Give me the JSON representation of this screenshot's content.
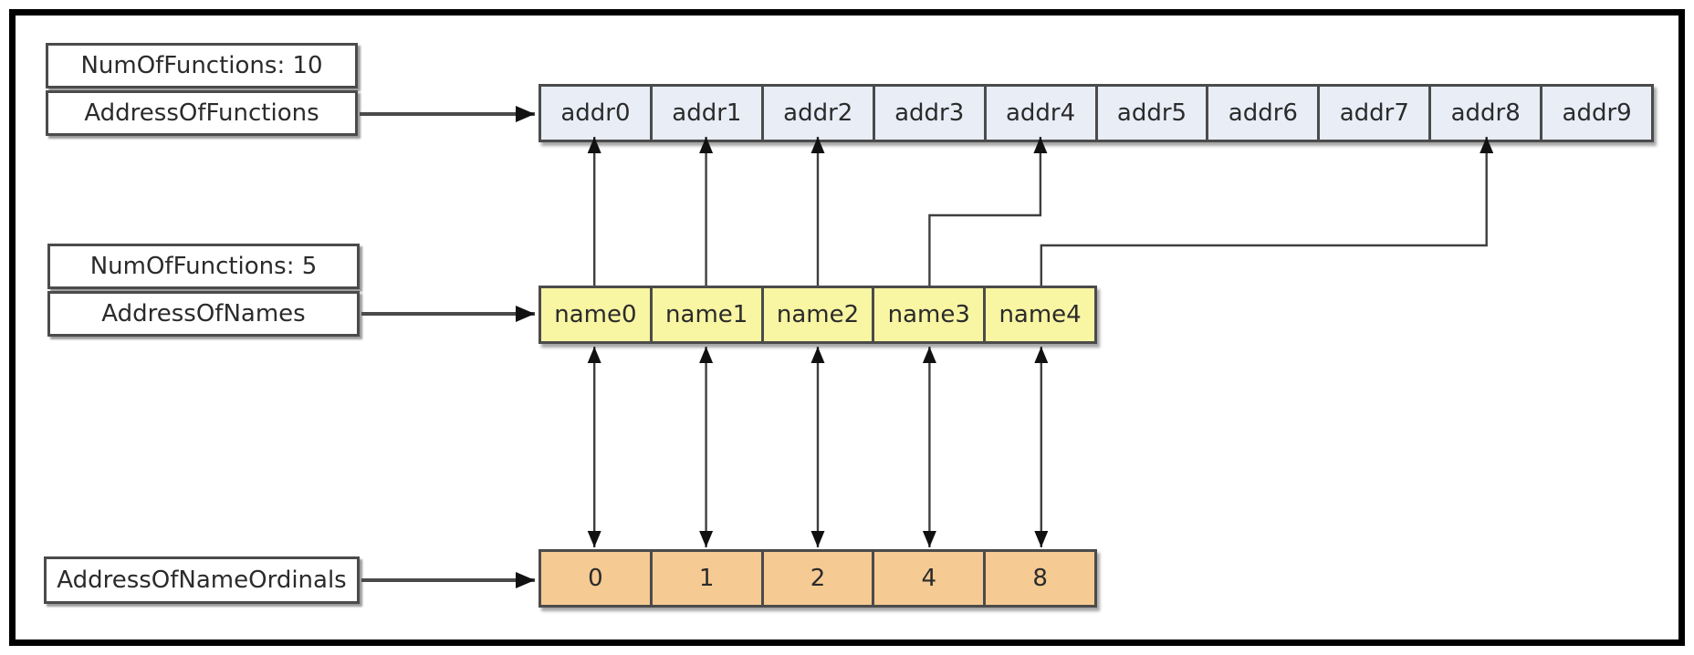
{
  "diagram": "PE export table: AddressOfFunctions / AddressOfNames / AddressOfNameOrdinals",
  "colors": {
    "functions_cell_fill": "#e8edf6",
    "names_cell_fill": "#f8f5a3",
    "ordinals_cell_fill": "#f5ca93",
    "box_fill": "#ffffff",
    "cell_border": "#4b4b4b",
    "arrow_line": "#3f3f3f",
    "arrow_head": "#111111",
    "frame": "#000000",
    "background": "#ffffff"
  },
  "export_directory": {
    "functions_box": {
      "rows": [
        "NumOfFunctions: 10",
        "AddressOfFunctions"
      ]
    },
    "names_box": {
      "rows": [
        "NumOfFunctions: 5",
        "AddressOfNames"
      ]
    },
    "ordinals_box": {
      "rows": [
        "AddressOfNameOrdinals"
      ]
    }
  },
  "arrays": {
    "address_of_functions": [
      "addr0",
      "addr1",
      "addr2",
      "addr3",
      "addr4",
      "addr5",
      "addr6",
      "addr7",
      "addr8",
      "addr9"
    ],
    "address_of_names": [
      "name0",
      "name1",
      "name2",
      "name3",
      "name4"
    ],
    "address_of_name_ordinals": [
      "0",
      "1",
      "2",
      "4",
      "8"
    ]
  },
  "connections": {
    "box_to_array": [
      {
        "from": "AddressOfFunctions",
        "to": "address_of_functions"
      },
      {
        "from": "AddressOfNames",
        "to": "address_of_names"
      },
      {
        "from": "AddressOfNameOrdinals",
        "to": "address_of_name_ordinals"
      }
    ],
    "names_to_functions": [
      {
        "from": "name0",
        "from_index": 0,
        "to": "addr0",
        "to_index": 0
      },
      {
        "from": "name1",
        "from_index": 1,
        "to": "addr1",
        "to_index": 1
      },
      {
        "from": "name2",
        "from_index": 2,
        "to": "addr2",
        "to_index": 2
      },
      {
        "from": "name3",
        "from_index": 3,
        "to": "addr4",
        "to_index": 4
      },
      {
        "from": "name4",
        "from_index": 4,
        "to": "addr8",
        "to_index": 8
      }
    ],
    "names_to_ordinals": [
      {
        "from": "name0",
        "from_index": 0,
        "to": "0",
        "to_index": 0,
        "bidirectional": true
      },
      {
        "from": "name1",
        "from_index": 1,
        "to": "1",
        "to_index": 1,
        "bidirectional": true
      },
      {
        "from": "name2",
        "from_index": 2,
        "to": "2",
        "to_index": 2,
        "bidirectional": true
      },
      {
        "from": "name3",
        "from_index": 3,
        "to": "4",
        "to_index": 3,
        "bidirectional": true
      },
      {
        "from": "name4",
        "from_index": 4,
        "to": "8",
        "to_index": 4,
        "bidirectional": true
      }
    ]
  }
}
